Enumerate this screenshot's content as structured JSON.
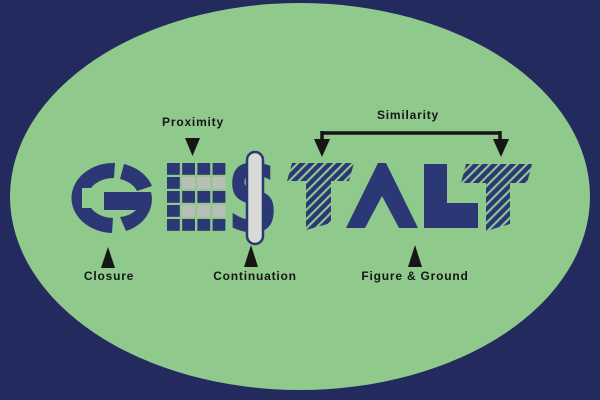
{
  "word": "GESTALT",
  "letters": [
    "G",
    "E",
    "S",
    "T",
    "A",
    "L",
    "T"
  ],
  "labels": {
    "proximity": "Proximity",
    "similarity": "Similarity",
    "closure": "Closure",
    "continuation": "Continuation",
    "figure_ground": "Figure & Ground"
  },
  "colors": {
    "background": "#232a5e",
    "ellipse_green": "#90c98c",
    "letter_navy": "#2b3875",
    "tile_gray": "#b9beb9",
    "capsule_gray": "#d8dad5",
    "annotation_black": "#161616"
  },
  "e_grid": {
    "rows": 5,
    "cols": 4,
    "gray_cells": [
      [
        1,
        1
      ],
      [
        1,
        2
      ],
      [
        1,
        3
      ],
      [
        3,
        1
      ],
      [
        3,
        2
      ],
      [
        3,
        3
      ]
    ]
  }
}
